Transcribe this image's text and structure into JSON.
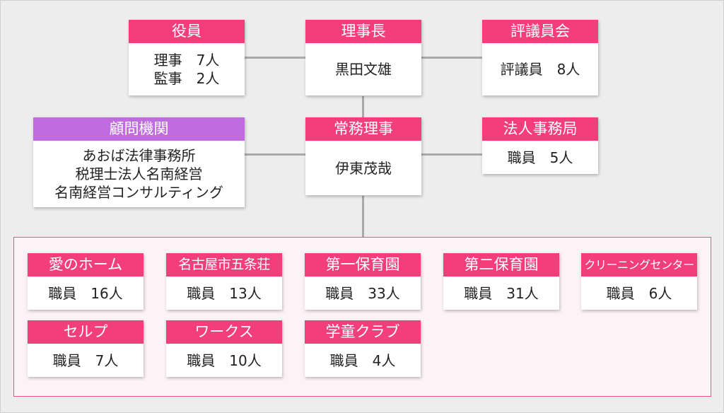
{
  "colors": {
    "header_pink": "#f23f7c",
    "header_purple": "#c06ce0",
    "connector": "#a9a9a9",
    "group_border": "#ef4f8f",
    "group_bg": "#fdf3f7"
  },
  "officers": {
    "title": "役員",
    "lines": [
      "理事　7人",
      "監事　2人"
    ]
  },
  "chairman": {
    "title": "理事長",
    "lines": [
      "黒田文雄"
    ]
  },
  "councilors": {
    "title": "評議員会",
    "lines": [
      "評議員　8人"
    ]
  },
  "advisors": {
    "title": "顧問機関",
    "lines": [
      "あおば法律事務所",
      "税理士法人名南経営",
      "名南経営コンサルティング"
    ]
  },
  "managing_director": {
    "title": "常務理事",
    "lines": [
      "伊東茂哉"
    ]
  },
  "secretariat": {
    "title": "法人事務局",
    "lines": [
      "職員　5人"
    ]
  },
  "facilities": [
    {
      "title": "愛のホーム",
      "staff": "職員　16人"
    },
    {
      "title": "名古屋市五条荘",
      "staff": "職員　13人"
    },
    {
      "title": "第一保育園",
      "staff": "職員　33人"
    },
    {
      "title": "第二保育園",
      "staff": "職員　31人"
    },
    {
      "title": "クリーニングセンター",
      "staff": "職員　6人"
    },
    {
      "title": "セルプ",
      "staff": "職員　7人"
    },
    {
      "title": "ワークス",
      "staff": "職員　10人"
    },
    {
      "title": "学童クラブ",
      "staff": "職員　4人"
    }
  ]
}
